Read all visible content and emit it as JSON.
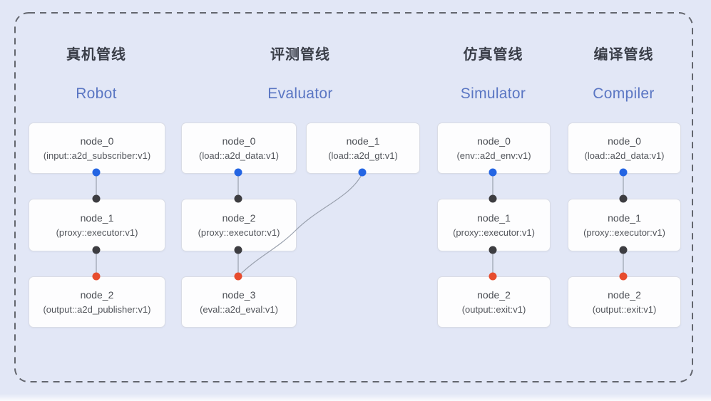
{
  "diagram": {
    "kind": "pipeline-node-graph",
    "background_color": "#e2e7f6",
    "frame_border_color": "#63666e",
    "edge_color": "#9aa1ae",
    "port_colors": {
      "input": "#2465e3",
      "mid": "#3d3d41",
      "output": "#e74c2e"
    },
    "header_accent_color": "#5a76c3"
  },
  "pipelines": [
    {
      "title_zh": "真机管线",
      "title_en": "Robot",
      "nodes": [
        {
          "name": "node_0",
          "type": "(input::a2d_subscriber:v1)"
        },
        {
          "name": "node_1",
          "type": "(proxy::executor:v1)"
        },
        {
          "name": "node_2",
          "type": "(output::a2d_publisher:v1)"
        }
      ]
    },
    {
      "title_zh": "评测管线",
      "title_en": "Evaluator",
      "nodes": [
        {
          "name": "node_0",
          "type": "(load::a2d_data:v1)"
        },
        {
          "name": "node_1",
          "type": "(load::a2d_gt:v1)"
        },
        {
          "name": "node_2",
          "type": "(proxy::executor:v1)"
        },
        {
          "name": "node_3",
          "type": "(eval::a2d_eval:v1)"
        }
      ]
    },
    {
      "title_zh": "仿真管线",
      "title_en": "Simulator",
      "nodes": [
        {
          "name": "node_0",
          "type": "(env::a2d_env:v1)"
        },
        {
          "name": "node_1",
          "type": "(proxy::executor:v1)"
        },
        {
          "name": "node_2",
          "type": "(output::exit:v1)"
        }
      ]
    },
    {
      "title_zh": "编译管线",
      "title_en": "Compiler",
      "nodes": [
        {
          "name": "node_0",
          "type": "(load::a2d_data:v1)"
        },
        {
          "name": "node_1",
          "type": "(proxy::executor:v1)"
        },
        {
          "name": "node_2",
          "type": "(output::exit:v1)"
        }
      ]
    }
  ]
}
